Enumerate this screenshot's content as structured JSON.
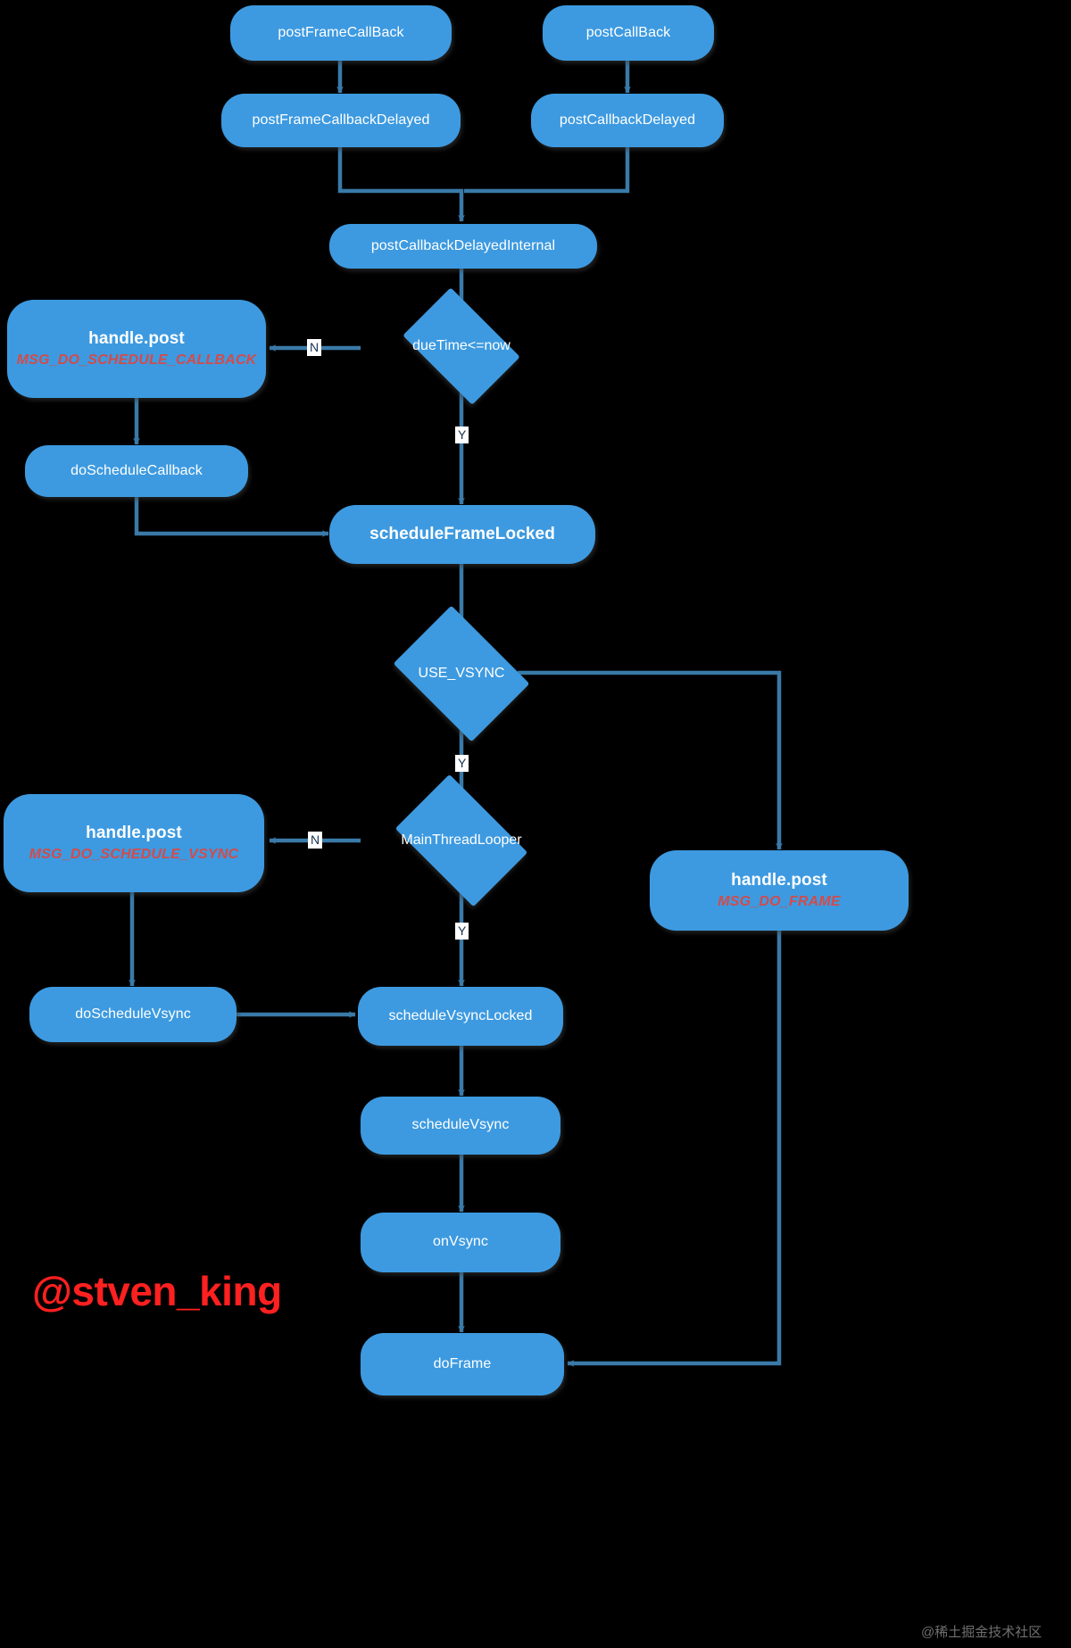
{
  "diagram": {
    "title": "Choreographer frame scheduling flowchart",
    "background": "#000000",
    "node_fill": "#3d9ae0",
    "node_text": "#ffffff",
    "accent_red": "#d34b4b",
    "edge_color": "#3a7aa8",
    "edge_label_bg": "#ffffff",
    "edge_label_text": "#16324f"
  },
  "nodes": {
    "post_frame_callback": {
      "label": "postFrameCallBack"
    },
    "post_callback": {
      "label": "postCallBack"
    },
    "post_frame_callback_delayed": {
      "label": "postFrameCallbackDelayed"
    },
    "post_callback_delayed": {
      "label": "postCallbackDelayed"
    },
    "post_callback_delayed_internal": {
      "label": "postCallbackDelayedInternal"
    },
    "handle_post_schedule_callback": {
      "line1": "handle.post",
      "line2": "MSG_DO_SCHEDULE_CALLBACK"
    },
    "do_schedule_callback": {
      "label": "doScheduleCallback"
    },
    "schedule_frame_locked": {
      "label": "scheduleFrameLocked"
    },
    "handle_post_schedule_vsync": {
      "line1": "handle.post",
      "line2": "MSG_DO_SCHEDULE_VSYNC"
    },
    "handle_post_do_frame": {
      "line1": "handle.post",
      "line2": "MSG_DO_FRAME"
    },
    "do_schedule_vsync": {
      "label": "doScheduleVsync"
    },
    "schedule_vsync_locked": {
      "label": "scheduleVsyncLocked"
    },
    "schedule_vsync": {
      "label": "scheduleVsync"
    },
    "on_vsync": {
      "label": "onVsync"
    },
    "do_frame": {
      "label": "doFrame"
    }
  },
  "decisions": {
    "due_time": {
      "label": "dueTime<=now"
    },
    "use_vsync": {
      "label": "USE_VSYNC"
    },
    "main_thread_looper": {
      "label": "MainThreadLooper"
    }
  },
  "edge_labels": {
    "due_time_no": "N",
    "due_time_yes": "Y",
    "use_vsync_yes": "Y",
    "main_thread_looper_no": "N",
    "main_thread_looper_yes": "Y"
  },
  "watermarks": {
    "author": "@stven_king",
    "site": "@稀土掘金技术社区"
  }
}
